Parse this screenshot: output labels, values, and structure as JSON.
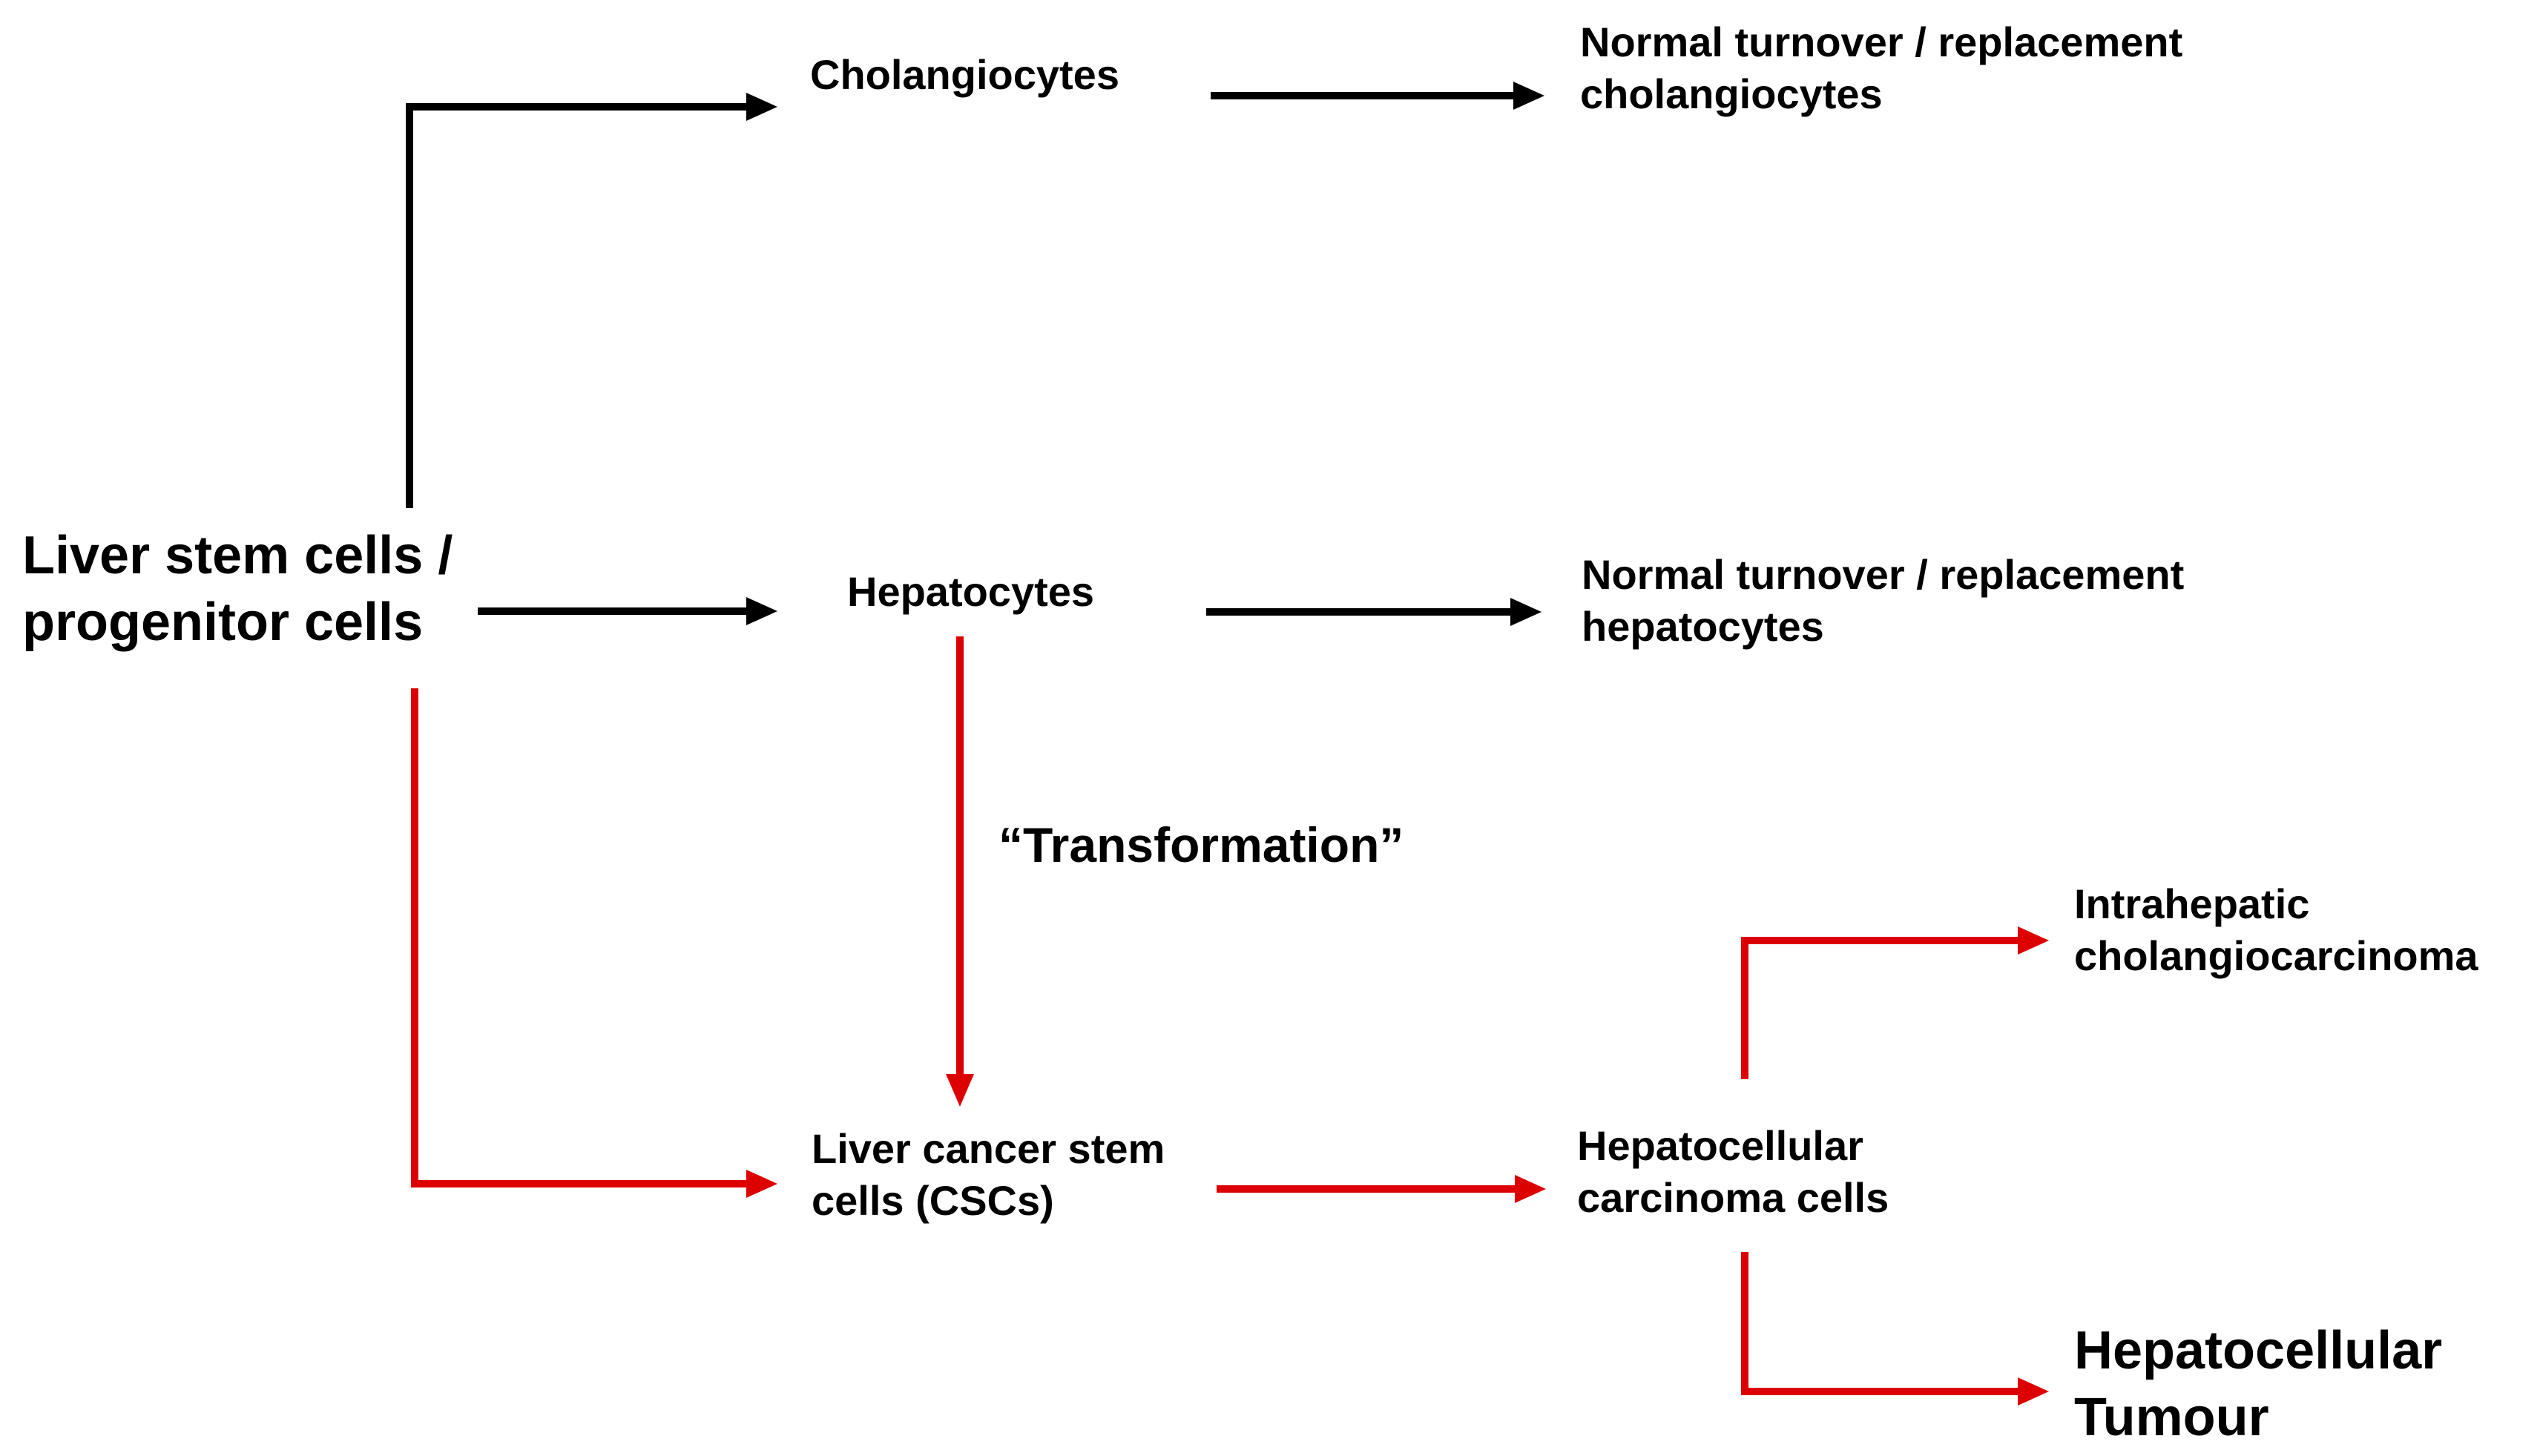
{
  "colors": {
    "normal": "#000000",
    "cancer": "#dd0000",
    "background": "#ffffff"
  },
  "nodes": {
    "stem": {
      "line1": "Liver stem cells /",
      "line2": "progenitor cells"
    },
    "cholangiocytes": {
      "line1": "Cholangiocytes"
    },
    "hepatocytes": {
      "line1": "Hepatocytes"
    },
    "turnover_chol": {
      "line1": "Normal turnover / replacement",
      "line2": "cholangiocytes"
    },
    "turnover_hep": {
      "line1": "Normal turnover / replacement",
      "line2": "hepatocytes"
    },
    "transformation": {
      "line1": "“Transformation”"
    },
    "cscs": {
      "line1": "Liver cancer stem",
      "line2": "cells (CSCs)"
    },
    "hcc_cells": {
      "line1": "Hepatocellular",
      "line2": "carcinoma cells"
    },
    "icc": {
      "line1": "Intrahepatic",
      "line2": "cholangiocarcinoma"
    },
    "tumour": {
      "line1": "Hepatocellular",
      "line2": "Tumour"
    }
  },
  "edges": [
    {
      "from": "stem",
      "to": "cholangiocytes",
      "kind": "normal"
    },
    {
      "from": "stem",
      "to": "hepatocytes",
      "kind": "normal"
    },
    {
      "from": "cholangiocytes",
      "to": "turnover_chol",
      "kind": "normal"
    },
    {
      "from": "hepatocytes",
      "to": "turnover_hep",
      "kind": "normal"
    },
    {
      "from": "hepatocytes",
      "to": "cscs",
      "kind": "cancer"
    },
    {
      "from": "stem",
      "to": "cscs",
      "kind": "cancer"
    },
    {
      "from": "cscs",
      "to": "hcc_cells",
      "kind": "cancer"
    },
    {
      "from": "hcc_cells",
      "to": "icc",
      "kind": "cancer"
    },
    {
      "from": "hcc_cells",
      "to": "tumour",
      "kind": "cancer"
    }
  ]
}
